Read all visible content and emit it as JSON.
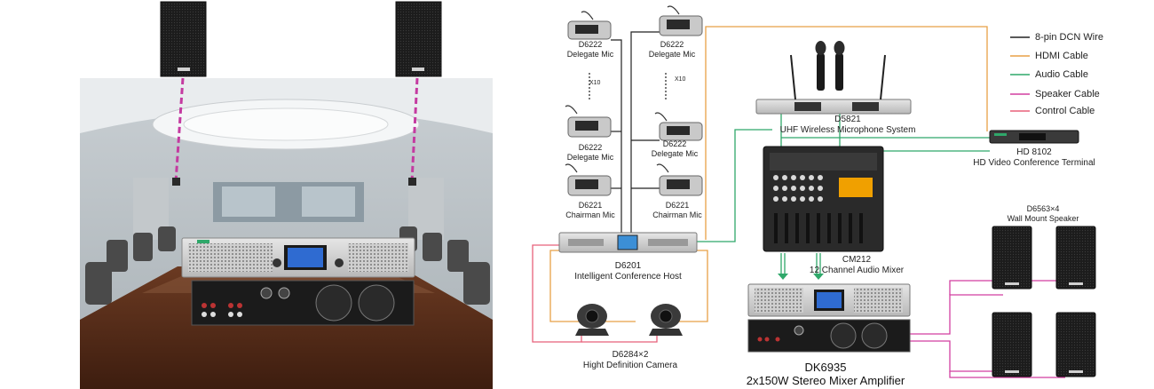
{
  "colors": {
    "dcn": "#222222",
    "hdmi": "#e8a046",
    "audio": "#2fa86a",
    "speaker": "#d23fa0",
    "control": "#e8607a"
  },
  "legend": [
    {
      "label": "8-pin DCN Wire",
      "color": "#222222"
    },
    {
      "label": "HDMI Cable",
      "color": "#e8a046"
    },
    {
      "label": "Audio Cable",
      "color": "#2fa86a"
    },
    {
      "label": "Speaker Cable",
      "color": "#d23fa0"
    },
    {
      "label": "Control Cable",
      "color": "#e8607a"
    }
  ],
  "mics": {
    "m1": {
      "model": "D6222",
      "role": "Delegate Mic"
    },
    "m2": {
      "model": "D6222",
      "role": "Delegate Mic"
    },
    "m3": {
      "model": "D6222",
      "role": "Delegate Mic"
    },
    "m4": {
      "model": "D6222",
      "role": "Delegate Mic"
    },
    "m5": {
      "model": "D6221",
      "role": "Chairman Mic"
    },
    "m6": {
      "model": "D6221",
      "role": "Chairman Mic"
    }
  },
  "x10_left": "X10",
  "x10_right": "X10",
  "host": {
    "model": "D6201",
    "name": "Intelligent Conference Host"
  },
  "camera": {
    "model": "D6284×2",
    "name": "Hight Definition Camera"
  },
  "wireless": {
    "model": "D5821",
    "name": "UHF Wireless  Microphone System"
  },
  "mixer": {
    "model": "CM212",
    "name": "12 Channel  Audio Mixer"
  },
  "amplifier": {
    "model": "DK6935",
    "name": "2x150W Stereo Mixer Amplifier"
  },
  "video_terminal": {
    "model": "HD 8102",
    "name": "HD Video  Conference Terminal"
  },
  "speakers": {
    "model": "D6563×4",
    "name": "Wall Mount Speaker"
  }
}
